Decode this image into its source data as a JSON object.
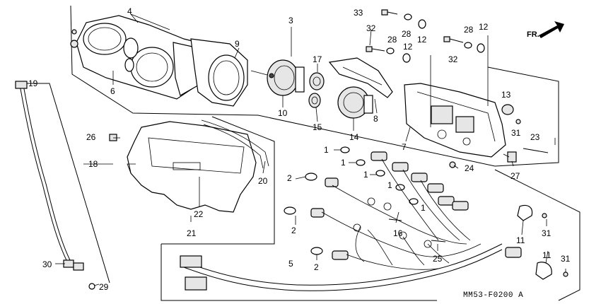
{
  "diagram": {
    "code": "MM53-F0200 A",
    "direction": "FR.",
    "callouts": [
      "1",
      "2",
      "3",
      "4",
      "5",
      "6",
      "7",
      "8",
      "9",
      "10",
      "11",
      "12",
      "13",
      "14",
      "15",
      "16",
      "17",
      "18",
      "19",
      "20",
      "21",
      "22",
      "23",
      "24",
      "25",
      "26",
      "27",
      "28",
      "29",
      "30",
      "31",
      "32",
      "33"
    ]
  }
}
